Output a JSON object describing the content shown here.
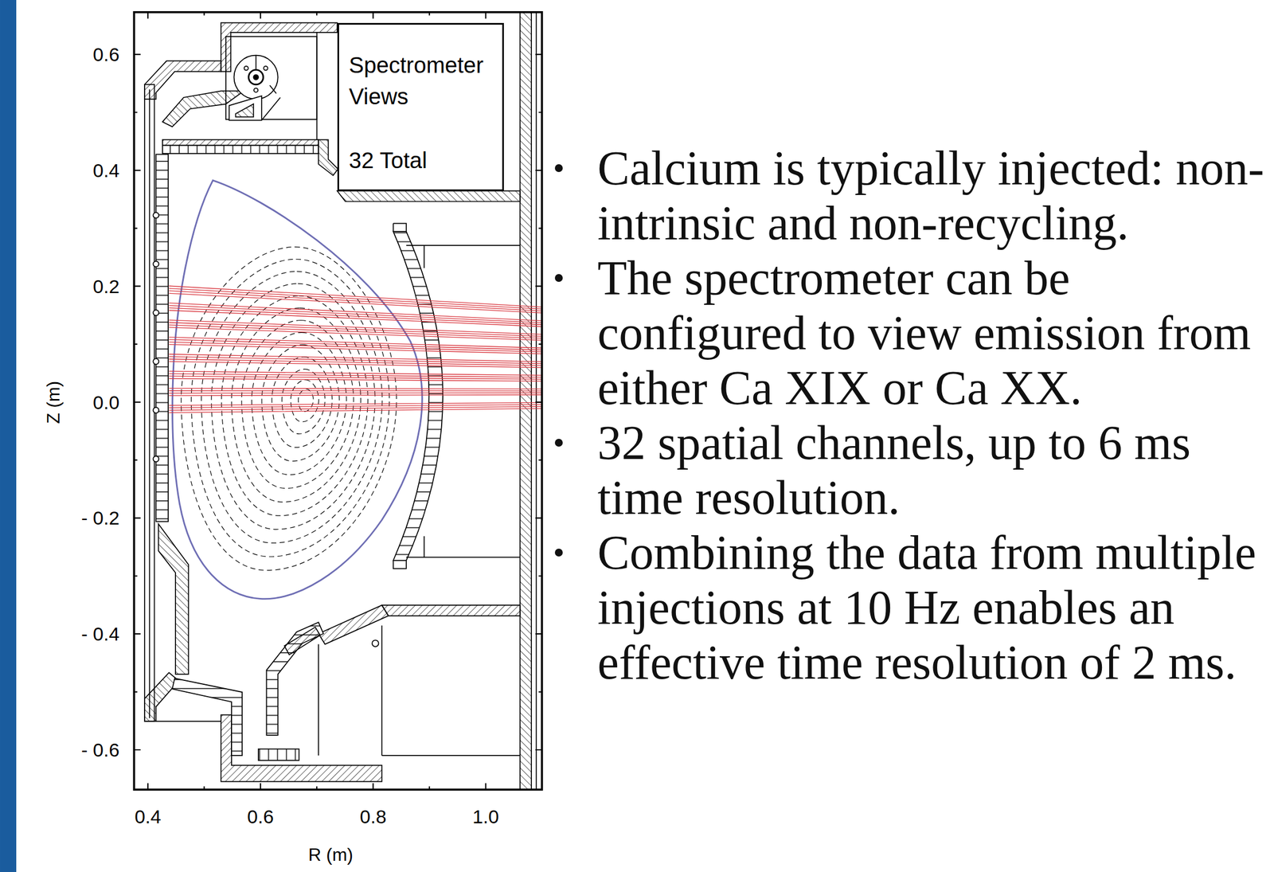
{
  "diagram": {
    "nodes": [
      {
        "text": [
          "Spectrometer Views",
          "32 Total"
        ]
      }
    ],
    "labels": [
      "0.6",
      "0.4",
      "0.2",
      "0.0",
      "- 0.2",
      "- 0.4",
      "- 0.6",
      "Z (m)",
      "0.4",
      "0.6",
      "0.8",
      "1.0",
      "R (m)",
      "Calcium is typically injected: non-intrinsic and non-recycling.",
      "The spectrometer can be configured to view emission from either Ca XIX or Ca XX.",
      "32 spatial channels, up to 6 ms time resolution.",
      "Combining the data from multiple injections at 10 Hz enables an effective time resolution of 2 ms."
    ]
  }
}
